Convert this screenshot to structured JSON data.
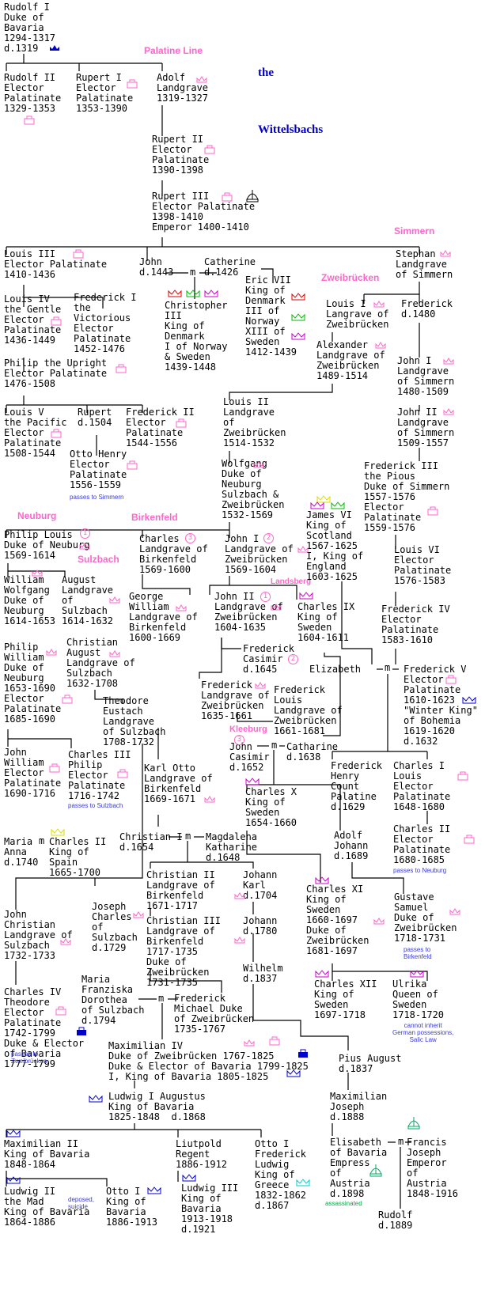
{
  "title": [
    "the",
    "Wittelsbachs"
  ],
  "lineage_labels": {
    "palatine": "Palatine Line",
    "simmern": "Simmern",
    "zweibrucken": "Zweibrücken",
    "neuburg": "Neuburg",
    "birkenfeld": "Birkenfeld",
    "sulzbach": "Sulzbach",
    "landsberg": "Landsberg",
    "kleeburg": "Kleeburg"
  },
  "marriage_symbol": "m",
  "people": {
    "rudolf1": "Rudolf I\nDuke of\nBavaria\n1294-1317\nd.1319",
    "rudolf2": "Rudolf II\nElector\nPalatinate\n1329-1353",
    "rupert1": "Rupert I\nElector\nPalatinate\n1353-1390",
    "adolf": "Adolf\nLandgrave\n1319-1327",
    "rupert2": "Rupert II\nElector\nPalatinate\n1390-1398",
    "rupert3": "Rupert III\nElector Palatinate\n1398-1410\nEmperor 1400-1410",
    "louis3": "Louis III\nElector Palatinate\n1410-1436",
    "john": "John",
    "john_d": "d.1443",
    "catherine": "Catherine",
    "catherine_d": "d.1426",
    "stephan": "Stephan\nLandgrave\nof Simmern",
    "louis4": "Louis IV\nthe Gentle\nElector\nPalatinate\n1436-1449",
    "frederick1": "Frederick I\nthe\nVictorious\nElector\nPalatinate\n1452-1476",
    "christopher3": "Christopher\nIII\nKing of\nDenmark\nI of Norway\n& Sweden\n1439-1448",
    "eric7": "Eric VII\nKing of\nDenmark\nIII of\nNorway\nXIII of\nSweden\n1412-1439",
    "louis1_zw": "Louis I\nLangrave of\nZweibrücken",
    "frederick_simmern": "Frederick\nd.1480",
    "alexander": "Alexander\nLandgrave of\nZweibrücken\n1489-1514",
    "john1_simmern": "John I\nLandgrave\nof Simmern\n1480-1509",
    "philip": "Philip the Upright\nElector Palatinate\n1476-1508",
    "louis5": "Louis V\nthe Pacific\nElector\nPalatinate\n1508-1544",
    "rupert_d1504": "Rupert\nd.1504",
    "frederick2": "Frederick II\nElector\nPalatinate\n1544-1556",
    "louis2_zw": "Louis II\nLandgrave\nof\nZweibrücken\n1514-1532",
    "john2_simmern": "John II\nLandgrave\nof Simmern\n1509-1557",
    "otto_henry": "Otto Henry\nElector\nPalatinate\n1556-1559",
    "wolfgang": "Wolfgang\nDuke of\nNeuburg\nSulzbach &\nZweibrücken\n1532-1569",
    "frederick3": "Frederick III\nthe Pious\nDuke of Simmern\n1557-1576\nElector\nPalatinate\n1559-1576",
    "philip_louis": "Philip Louis\nDuke of Neuburg\n1569-1614",
    "charles_birk": "Charles\nLandgrave of\nBirkenfeld\n1569-1600",
    "john1_zw": "John I\nLandgrave of\nZweibrücken\n1569-1604",
    "james6": "James VI\nKing of\nScotland\n1567-1625\nI, King of\nEngland\n1603-1625",
    "louis6": "Louis VI\nElector\nPalatinate\n1576-1583",
    "william_wolfgang": "William\nWolfgang\nDuke of\nNeuburg\n1614-1653",
    "august_sulz": "August\nLandgrave\nof\nSulzbach\n1614-1632",
    "george_william": "George\nWilliam\nLandgrave of\nBirkenfeld\n1600-1669",
    "john2_zw": "John II\nLandgrave of\nZweibrücken\n1604-1635",
    "charles9": "Charles IX\nKing of\nSweden\n1604-1611",
    "frederick4": "Frederick IV\nElector\nPalatinate\n1583-1610",
    "philip_william": "Philip\nWilliam\nDuke of\nNeuburg\n1653-1690\nElector\nPalatinate\n1685-1690",
    "christian_august": "Christian\nAugust\nLandgrave of\nSulzbach\n1632-1708",
    "frederick_casimir": "Frederick\nCasimir\nd.1645",
    "elizabeth_stuart": "Elizabeth",
    "frederick5": "Frederick V\nElector\nPalatinate\n1610-1623\n\"Winter King\"\nof Bohemia\n1619-1620\nd.1632",
    "theodore_eustach": "Theodore\nEustach\nLandgrave\nof Sulzbach\n1708-1732",
    "frederick_zw": "Frederick\nLandgrave of\nZweibrücken\n1635-1661",
    "frederick_louis": "Frederick\nLouis\nLandgrave of\nZweibrücken\n1661-1681",
    "john_william": "John\nWilliam\nElector\nPalatinate\n1690-1716",
    "charles3_philip": "Charles III\nPhilip\nElector\nPalatinate\n1716-1742",
    "karl_otto": "Karl Otto\nLandgrave of\nBirkenfeld\n1669-1671",
    "john_casimir": "John",
    "john_casimir_2": "Casimir\nd.1652",
    "catharine_sw": "Catharine",
    "catharine_sw_d": "d.1638",
    "frederick_henry": "Frederick\nHenry\nCount\nPalatine\nd.1629",
    "charles1_louis": "Charles I\nLouis\nElector\nPalatinate\n1648-1680",
    "charles10": "Charles X\nKing of\nSweden\n1654-1660",
    "maria_anna": "Maria",
    "maria_anna_2": "Anna\nd.1740",
    "charles2_spain": "Charles II\nKing of\nSpain\n1665-1700",
    "christian1": "Christian I",
    "christian1_d": "d.1654",
    "magdalena": "Magdalena\nKatharine\nd.1648",
    "adolf_johann": "Adolf\nJohann\nd.1689",
    "charles2_pal": "Charles II\nElector\nPalatinate\n1680-1685",
    "christian2": "Christian II\nLandgrave of\nBirkenfeld\n1671-1717",
    "johann_karl": "Johann\nKarl\nd.1704",
    "charles11": "Charles XI\nKing of\nSweden\n1660-1697\nDuke of\nZweibrücken\n1681-1697",
    "gustave_samuel": "Gustave\nSamuel\nDuke of\nZweibrücken\n1718-1731",
    "john_christian": "John\nChristian\nLandgrave of\nSulzbach\n1732-1733",
    "joseph_charles": "Joseph\nCharles\nof\nSulzbach\nd.1729",
    "christian3": "Christian III\nLandgrave of\nBirkenfeld\n1717-1735\nDuke of\nZweibrücken\n1731-1735",
    "johann": "Johann\nd.1780",
    "wilhelm": "Wilhelm\nd.1837",
    "charles12": "Charles XII\nKing of\nSweden\n1697-1718",
    "ulrika": "Ulrika\nQueen of\nSweden\n1718-1720",
    "charles4_theodore": "Charles IV\nTheodore\nElector\nPalatinate\n1742-1799\nDuke & Elector\nof Bavaria\n1777-1799",
    "maria_franziska": "Maria\nFranziska\nDorothea\nof Sulzbach\nd.1794",
    "frederick_michael": "Frederick\nMichael Duke\nof Zweibrücken\n1735-1767",
    "maximilian4": "Maximilian IV\nDuke of Zweibrücken 1767-1825\nDuke & Elector of Bavaria 1799-1825\nI, King of Bavaria 1805-1825",
    "pius_august": "Pius August\nd.1837",
    "ludwig1": "Ludwig I Augustus\nKing of Bavaria\n1825-1848  d.1868",
    "maximilian_joseph": "Maximilian\nJoseph\nd.1888",
    "maximilian2": "Maximilian II\nKing of Bavaria\n1848-1864",
    "liutpold": "Liutpold\nRegent\n1886-1912",
    "otto1_greece": "Otto I\nFrederick\nLudwig\nKing of\nGreece\n1832-1862\nd.1867",
    "elisabeth": "Elisabeth",
    "elisabeth_2": "of Bavaria\nEmpress\nof\nAustria\nd.1898",
    "francis_joseph": "Francis\nJoseph\nEmperor\nof\nAustria\n1848-1916",
    "ludwig2": "Ludwig II\nthe Mad\nKing of Bavaria\n1864-1886",
    "otto1_bavaria": "Otto I\nKing of\nBavaria\n1886-1913",
    "ludwig3": "Ludwig III\nKing of\nBavaria\n1913-1918\nd.1921",
    "rudolf": "Rudolf\nd.1889"
  },
  "notes": {
    "otto_henry": "passes to Simmern",
    "charles3_philip": "passes to Sulzbach",
    "charles2_pal": "passes to Neuburg",
    "gustave_samuel": "passes to\nBirkenfeld",
    "ulrika": "cannot inherit\nGerman possessions,\nSalic Law",
    "charles4_theodore": "passes to\nZweibrücken",
    "ludwig2": "deposed,\nsuicide",
    "elisabeth": "assassinated"
  },
  "circled_numbers": [
    "1",
    "2",
    "3"
  ],
  "icons": {
    "elector_hat": "elector-hat-icon",
    "ducal_coronet": "ducal-coronet-icon",
    "royal_crown": "royal-crown-icon",
    "imperial_crown": "imperial-crown-icon"
  },
  "colors": {
    "text": "#000000",
    "lineage_label": "#ff66cc",
    "title": "#0000cc",
    "note": "#3a3ad8",
    "elector_pink": "#ff66cc",
    "bavaria_blue": "#0000cc",
    "sweden_magenta": "#cc00cc",
    "denmark_red": "#dd0000",
    "norway_green": "#00bb00",
    "england_yellow": "#dddd00",
    "greece_cyan": "#00cccc",
    "austria_green": "#00aa66"
  }
}
